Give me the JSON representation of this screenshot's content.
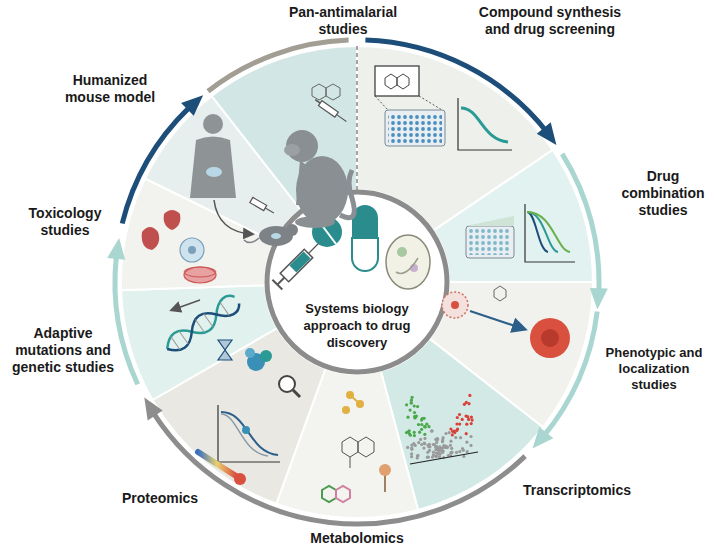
{
  "diagram": {
    "nodes": [
      {
        "text": [
          "Systems biology approach to drug discovery"
        ]
      },
      {
        "text": [
          "Pan-antimalarial studies"
        ]
      },
      {
        "text": [
          "Compound synthesis and drug screening"
        ]
      },
      {
        "text": [
          "Drug combination studies"
        ]
      },
      {
        "text": [
          "Phenotypic and localization studies"
        ]
      },
      {
        "text": [
          "Transcriptomics"
        ]
      },
      {
        "text": [
          "Metabolomics"
        ]
      },
      {
        "text": [
          "Proteomics"
        ]
      },
      {
        "text": [
          "Adaptive mutations and genetic studies"
        ]
      },
      {
        "text": [
          "Toxicology studies"
        ]
      },
      {
        "text": [
          "Humanized mouse model"
        ]
      }
    ]
  }
}
